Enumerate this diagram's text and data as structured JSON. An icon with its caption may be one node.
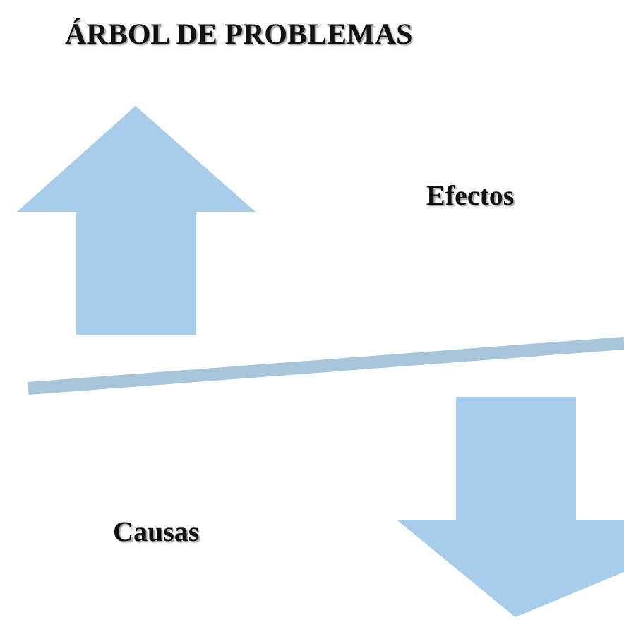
{
  "diagram": {
    "title": "ÁRBOL DE PROBLEMAS",
    "labels": [
      "Efectos",
      "Causas"
    ]
  }
}
